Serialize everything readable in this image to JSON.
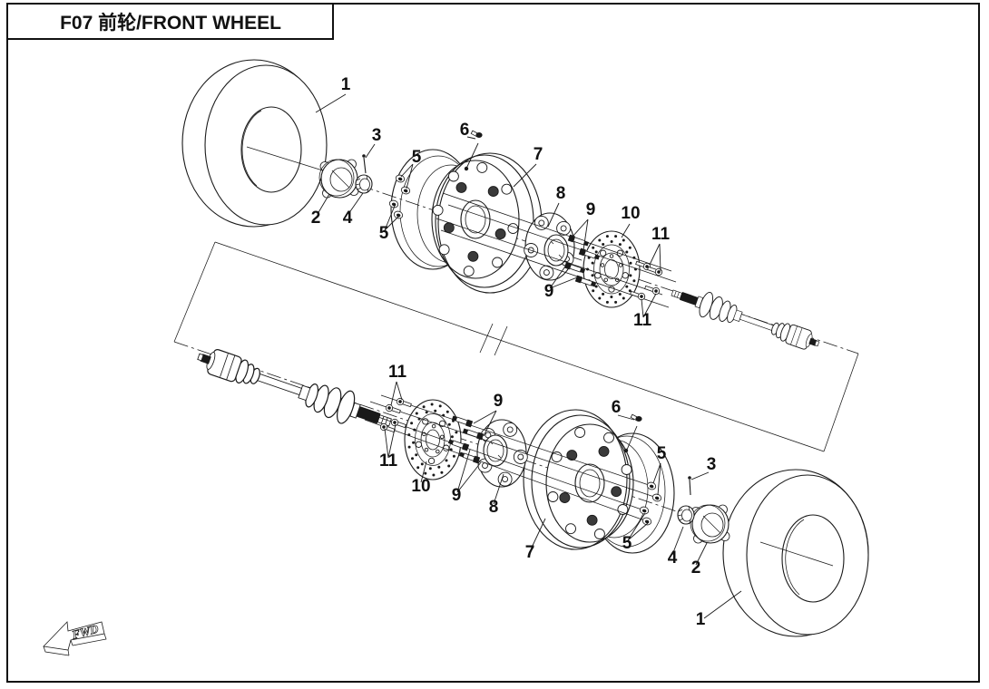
{
  "title": "F07 前轮/FRONT WHEEL",
  "fwd_label": "FWD",
  "colors": {
    "ink": "#1a1a1a",
    "background": "#ffffff"
  },
  "callouts": {
    "1": "1",
    "2": "2",
    "3": "3",
    "4": "4",
    "5": "5",
    "6": "6",
    "7": "7",
    "8": "8",
    "9": "9",
    "10": "10",
    "11": "11"
  }
}
